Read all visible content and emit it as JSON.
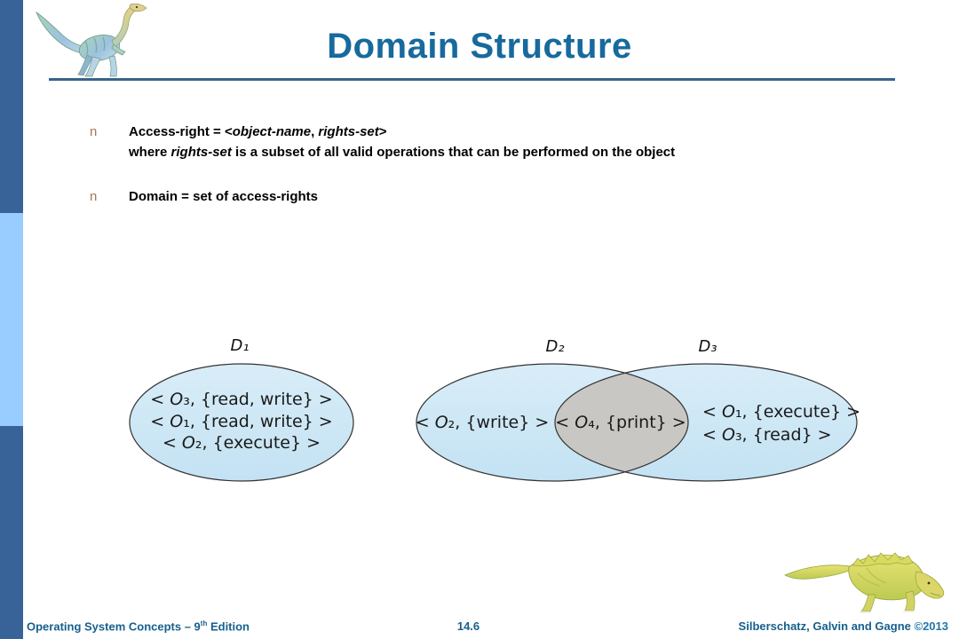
{
  "header": {
    "title": "Domain Structure",
    "title_color": "#176A9D",
    "rule_color": "#3A6488"
  },
  "sidebar": {
    "colors": {
      "dark": "#376399",
      "light": "#99CCFF"
    }
  },
  "bullets": [
    {
      "marker": "n",
      "lines": [
        [
          {
            "t": "Access-right = <"
          },
          {
            "t": "object-name",
            "i": true
          },
          {
            "t": ", "
          },
          {
            "t": "rights-set",
            "i": true
          },
          {
            "t": ">"
          }
        ],
        [
          {
            "t": "where "
          },
          {
            "t": "rights-set",
            "i": true
          },
          {
            "t": " is a subset of all valid operations that can be performed on the object"
          }
        ]
      ]
    },
    {
      "marker": "n",
      "lines": [
        [
          {
            "t": "Domain = set of access-rights"
          }
        ]
      ]
    }
  ],
  "figure": {
    "labels": [
      "D₁",
      "D₂",
      "D₃"
    ],
    "d1_entries": [
      "< O₃, {read, write} >",
      "< O₁, {read, write} >",
      "< O₂, {execute} >"
    ],
    "d2_entries": [
      "< O₂, {write} >"
    ],
    "d2_d3_intersection": [
      "< O₄, {print} >"
    ],
    "d3_entries": [
      "< O₁, {execute} >",
      "< O₃, {read} >"
    ],
    "colors": {
      "domain_fill": "#CEE7F5",
      "intersection_fill": "#C9C7C4",
      "outline": "#333333"
    }
  },
  "footer": {
    "book_title": "Operating System Concepts – 9",
    "edition_superscript": "th",
    "edition_suffix": " Edition",
    "page_number": "14.6",
    "authors": "Silberschatz, Galvin and Gagne ",
    "copyright": "©2013",
    "text_color": "#17608C"
  },
  "icons": {
    "top_left": "dinosaur-logo",
    "bottom_right": "dinosaur-logo"
  }
}
